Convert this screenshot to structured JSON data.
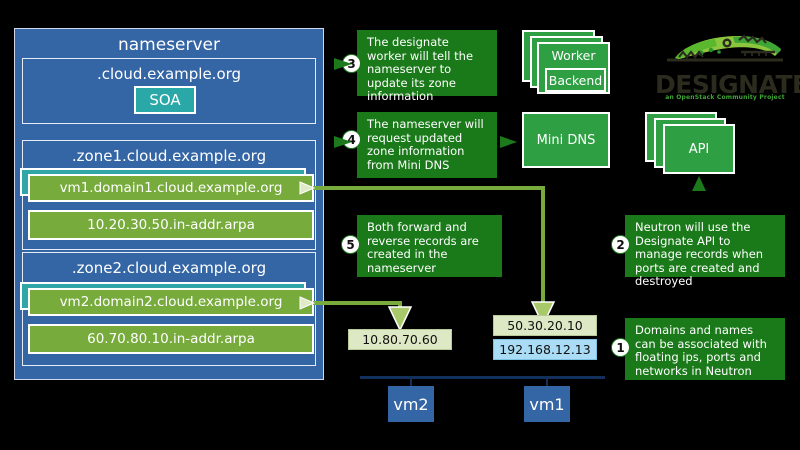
{
  "nameserver": {
    "title": "nameserver",
    "root_zone": {
      "label": ".cloud.example.org",
      "soa": "SOA"
    },
    "zones": [
      {
        "label": ".zone1.cloud.example.org",
        "records": [
          "vm1.domain1.cloud.example.org",
          "10.20.30.50.in-addr.arpa"
        ]
      },
      {
        "label": ".zone2.cloud.example.org",
        "records": [
          "vm2.domain2.cloud.example.org",
          "60.70.80.10.in-addr.arpa"
        ]
      }
    ]
  },
  "callouts": [
    {
      "number": "3",
      "text": "The designate worker will tell the nameserver to update its zone information"
    },
    {
      "number": "4",
      "text": "The nameserver will request updated zone information from Mini DNS"
    },
    {
      "number": "5",
      "text": "Both forward and reverse records are created in the nameserver"
    },
    {
      "number": "2",
      "text": "Neutron will use the Designate API to manage records when ports are created and destroyed"
    },
    {
      "number": "1",
      "text": "Domains and names can be associated with floating ips, ports and networks in Neutron"
    }
  ],
  "services": {
    "worker": "Worker",
    "backend": "Backend",
    "mini_dns": "Mini DNS",
    "api": "API"
  },
  "logo": {
    "word": "DESIGNATE",
    "tagline": "an OpenStack Community Project"
  },
  "network": {
    "ips": [
      {
        "value": "10.80.70.60",
        "kind": "floating"
      },
      {
        "value": "50.30.20.10",
        "kind": "floating"
      },
      {
        "value": "192.168.12.13",
        "kind": "fixed"
      }
    ],
    "vms": [
      "vm2",
      "vm1"
    ]
  },
  "colors": {
    "panel_blue": "#3465a4",
    "record_green": "#77ab3c",
    "teal": "#31a6a6",
    "service_green": "#2ea043",
    "callout_green": "#1a7a1a",
    "ip_green": "#dde8c4",
    "ip_blue": "#aadcf5",
    "netbar": "#12305c"
  }
}
